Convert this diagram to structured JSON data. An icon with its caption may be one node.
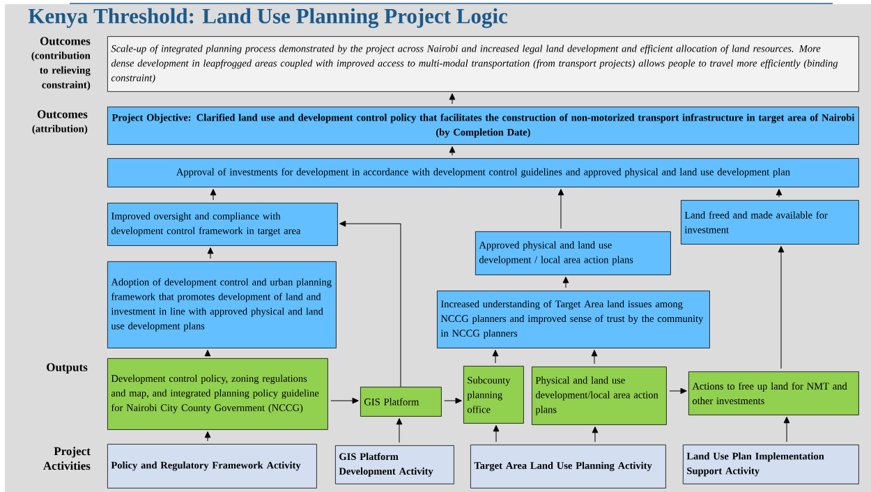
{
  "diagram": {
    "title": "Kenya Threshold: Land Use Planning Project Logic",
    "nodes": [
      {
        "text": [
          "Scale-up of integrated planning process demonstrated by the project across Nairobi and increased legal land development and efficient allocation of land resources. More dense development in leapfrogged areas coupled with improved access to multi-modal transportation (from transport projects) allows people to travel more efficiently (binding constraint)"
        ]
      },
      {
        "text": [
          "**Project Objective: Clarified land use and development control policy that facilitates the construction of non-motorized transport infrastructure in target area of Nairobi** (by Completion Date)"
        ]
      },
      {
        "text": [
          "Approval of investments for development in accordance with development control guidelines and approved physical and land use development plan"
        ]
      },
      {
        "text": [
          "Improved oversight and compliance with development control framework in target area"
        ]
      },
      {
        "text": [
          "Adoption of development control and urban planning framework that promotes development of land and investment in line with approved physical and land use development plans"
        ]
      },
      {
        "text": [
          "Approved physical and land use development / local area action plans"
        ]
      },
      {
        "text": [
          "Land freed and made available for investment"
        ]
      },
      {
        "text": [
          "Increased understanding of Target Area land issues among NCCG planners and improved sense of trust by the community in NCCG planners"
        ]
      },
      {
        "text": [
          "Development control policy, zoning regulations and map, and integrated planning policy guideline for Nairobi City County Government (NCCG)"
        ]
      },
      {
        "text": [
          "GIS Platform"
        ]
      },
      {
        "text": [
          "Subcounty planning office"
        ]
      },
      {
        "text": [
          "Physical and land use development/local area action plans"
        ]
      },
      {
        "text": [
          "Actions to free up land for NMT and other investments"
        ]
      },
      {
        "text": [
          "Policy and Regulatory Framework Activity"
        ]
      },
      {
        "text": [
          "GIS Platform Development Activity"
        ]
      },
      {
        "text": [
          "Target Area Land Use Planning Activity"
        ]
      },
      {
        "text": [
          "Land Use Plan Implementation Support Activity"
        ]
      }
    ],
    "edges": [
      {
        "from": 1,
        "to": 0,
        "arrow": "to"
      },
      {
        "from": 2,
        "to": 1,
        "arrow": "to"
      },
      {
        "from": 3,
        "to": 2,
        "arrow": "to"
      },
      {
        "from": 5,
        "to": 2,
        "arrow": "to"
      },
      {
        "from": 6,
        "to": 2,
        "arrow": "to"
      },
      {
        "from": 4,
        "to": 3,
        "arrow": "to"
      },
      {
        "from": 9,
        "to": 3,
        "arrow": "to"
      },
      {
        "from": 8,
        "to": 4,
        "arrow": "to"
      },
      {
        "from": 7,
        "to": 5,
        "arrow": "to"
      },
      {
        "from": 10,
        "to": 7,
        "arrow": "to"
      },
      {
        "from": 11,
        "to": 7,
        "arrow": "to"
      },
      {
        "from": 12,
        "to": 6,
        "arrow": "to"
      },
      {
        "from": 13,
        "to": 8,
        "arrow": "to"
      },
      {
        "from": 8,
        "to": 9,
        "arrow": "to"
      },
      {
        "from": 9,
        "to": 10,
        "arrow": "to"
      },
      {
        "from": 14,
        "to": 9,
        "arrow": "to"
      },
      {
        "from": 15,
        "to": 10,
        "arrow": "to"
      },
      {
        "from": 15,
        "to": 11,
        "arrow": "to"
      },
      {
        "from": 11,
        "to": 12,
        "arrow": "to"
      },
      {
        "from": 16,
        "to": 12,
        "arrow": "to"
      }
    ],
    "labels": [
      "Outcomes",
      "(contribution to relieving constraint)",
      "Outcomes",
      "(attribution)",
      "Outputs",
      "Project Activities"
    ]
  }
}
